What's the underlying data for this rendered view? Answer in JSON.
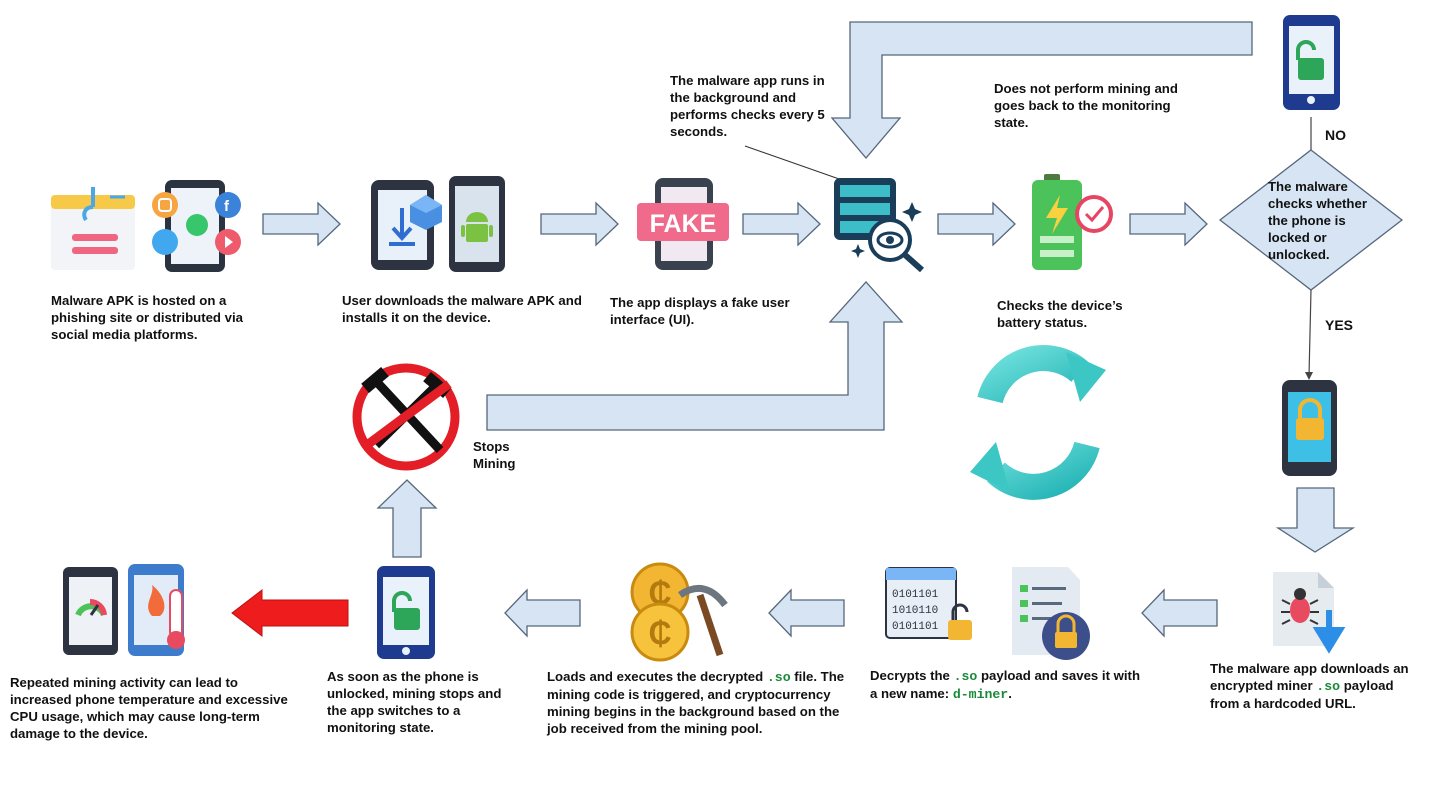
{
  "steps": {
    "s1": "Malware APK is hosted on a phishing site or distributed via social media platforms.",
    "s2": "User downloads the malware APK and installs it on the device.",
    "s3": "The app displays a fake user interface (UI).",
    "s4": "The malware app runs in the background and performs checks every 5 seconds.",
    "s5": "Checks the device’s battery status.",
    "s6": "The malware checks whether the phone is locked or unlocked.",
    "s7": "Does not perform mining and goes back to the monitoring state.",
    "s8a": "The malware app downloads an encrypted miner ",
    "s8code": ".so",
    "s8b": " payload from a hardcoded URL.",
    "s9a": "Decrypts the ",
    "s9code1": ".so",
    "s9b": " payload and saves it with a new name: ",
    "s9code2": "d-miner",
    "s9c": ".",
    "s10a": "Loads and executes the decrypted ",
    "s10code": ".so",
    "s10b": " file. The mining code is triggered, and cryptocurrency mining begins in the background based on the job received from the mining pool.",
    "s11": "As soon as the phone is unlocked, mining stops and the app switches to a monitoring state.",
    "s12": "Repeated mining activity can lead to increased phone temperature and excessive CPU usage, which may cause long-term damage to the device.",
    "stops": "Stops Mining"
  },
  "labels": {
    "no": "NO",
    "yes": "YES",
    "fake": "FAKE",
    "binary1": "0101101",
    "binary2": "1010110",
    "binary3": "0101101"
  },
  "colors": {
    "arrow_fill": "#d6e4f3",
    "arrow_stroke": "#55677a",
    "red_arrow": "#ee1c1c",
    "teal": "#3cc7c5",
    "phone_blue": "#1f3b8f",
    "lock_green": "#2ea65a",
    "lock_yellow": "#f2b632"
  }
}
